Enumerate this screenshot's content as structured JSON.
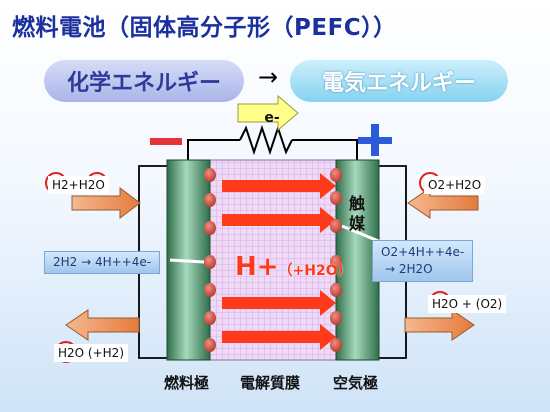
{
  "title": "燃料電池（固体高分子形（PEFC））",
  "conversion": {
    "from": "化学エネルギー",
    "arrow": "→",
    "to": "電気エネルギー"
  },
  "circuit": {
    "electron": "e-",
    "negative": "－",
    "positive": "＋"
  },
  "membrane_label": {
    "ion": "H+",
    "paren": "（+H2O）"
  },
  "catalyst_label": [
    "触",
    "媒"
  ],
  "anode": {
    "input": "H2+H2O",
    "reaction": "2H2 → 4H++4e-",
    "output": "H2O (+H2)"
  },
  "cathode": {
    "input": "O2+H2O",
    "reaction_line1": "O2+4H++4e-",
    "reaction_line2": "→ 2H2O",
    "output": "H2O + (O2)"
  },
  "bottom_labels": [
    "燃料極",
    "電解質膜",
    "空気極"
  ],
  "colors": {
    "title": "#1c2f9e",
    "minus": "#e8323a",
    "plus": "#2a5bd8",
    "ion_arrow": "#ff3a1a",
    "membrane": "#efd9f7"
  }
}
